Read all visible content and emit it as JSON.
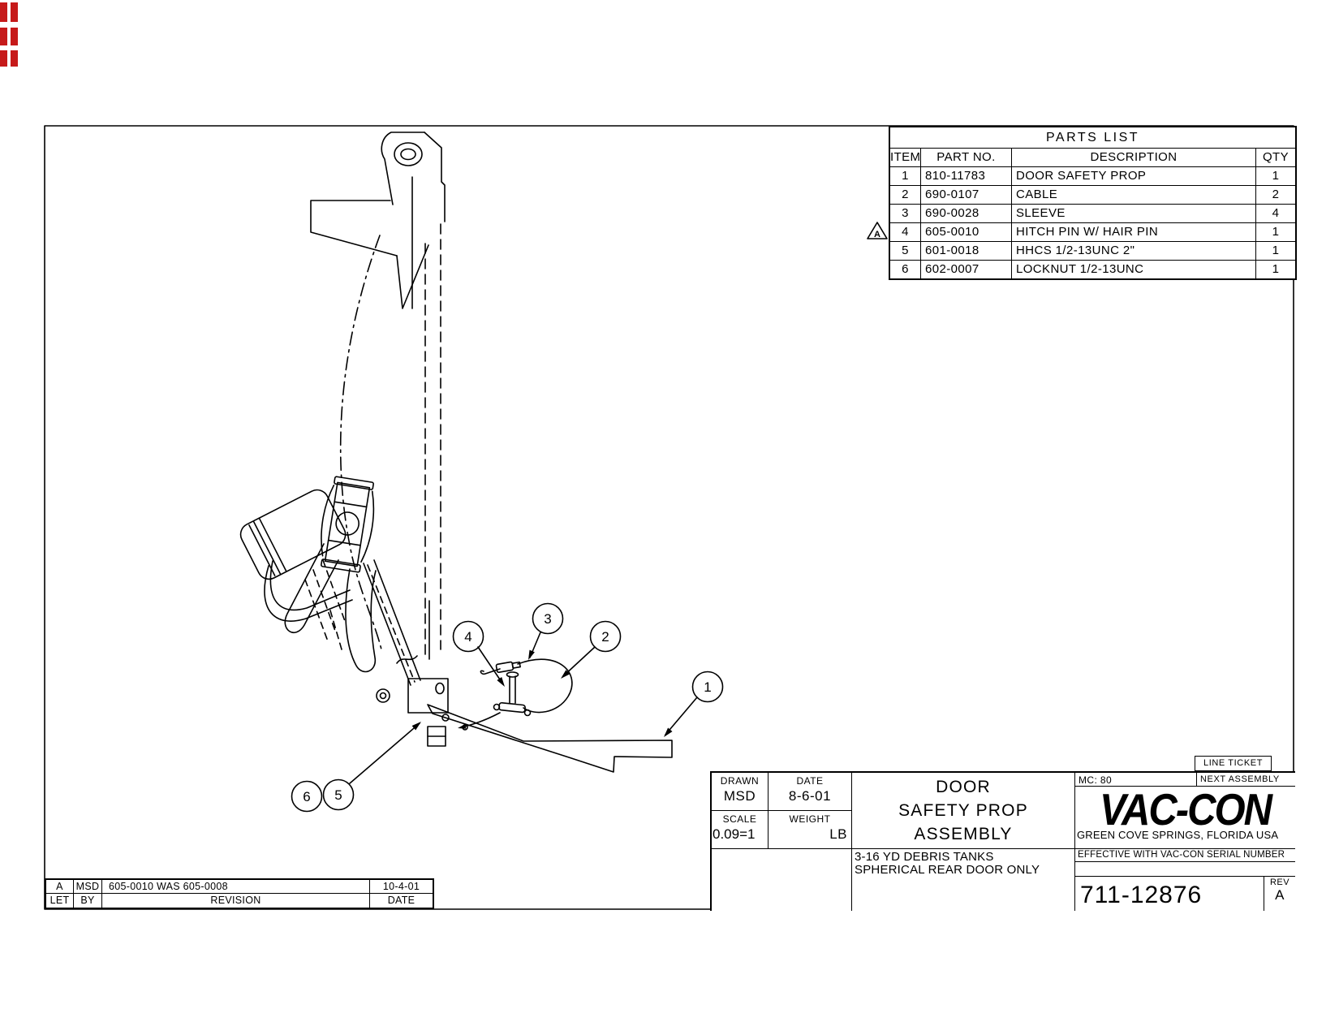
{
  "sheet": {
    "paper_color": "#ffffff",
    "line_color": "#000000",
    "red_mark_color": "#c61a1a"
  },
  "parts_list": {
    "title": "PARTS LIST",
    "headers": [
      "ITEM",
      "PART NO.",
      "DESCRIPTION",
      "QTY"
    ],
    "flag": "A",
    "rows": [
      {
        "item": "1",
        "part_no": "810-11783",
        "description": "DOOR SAFETY PROP",
        "qty": "1"
      },
      {
        "item": "2",
        "part_no": "690-0107",
        "description": "CABLE",
        "qty": "2"
      },
      {
        "item": "3",
        "part_no": "690-0028",
        "description": "SLEEVE",
        "qty": "4"
      },
      {
        "item": "4",
        "part_no": "605-0010",
        "description": "HITCH PIN W/ HAIR PIN",
        "qty": "1"
      },
      {
        "item": "5",
        "part_no": "601-0018",
        "description": "HHCS 1/2-13UNC 2\"",
        "qty": "1"
      },
      {
        "item": "6",
        "part_no": "602-0007",
        "description": "LOCKNUT 1/2-13UNC",
        "qty": "1"
      }
    ]
  },
  "balloons": {
    "b1": "1",
    "b2": "2",
    "b3": "3",
    "b4": "4",
    "b5": "5",
    "b6": "6"
  },
  "title_block": {
    "drawn_label": "DRAWN",
    "drawn_value": "MSD",
    "date_label": "DATE",
    "date_value": "8-6-01",
    "scale_label": "SCALE",
    "scale_value": "0.09=1",
    "weight_label": "WEIGHT",
    "weight_value": "LB",
    "title_line1": "DOOR",
    "title_line2": "SAFETY PROP",
    "title_line3": "ASSEMBLY",
    "subtitle_line1": "3-16 YD DEBRIS TANKS",
    "subtitle_line2": "SPHERICAL REAR DOOR ONLY",
    "mc": "MC: 80",
    "line_ticket": "LINE TICKET",
    "next_assembly": "NEXT ASSEMBLY",
    "logo": "VAC-CON",
    "address": "GREEN COVE SPRINGS, FLORIDA USA",
    "effective": "EFFECTIVE WITH VAC-CON SERIAL NUMBER",
    "drawing_number": "711-12876",
    "rev_label": "REV",
    "rev_value": "A"
  },
  "revision_block": {
    "entry": {
      "let": "A",
      "by": "MSD",
      "revision": "605-0010 WAS 605-0008",
      "date": "10-4-01"
    },
    "labels": {
      "let": "LET",
      "by": "BY",
      "revision": "REVISION",
      "date": "DATE"
    }
  }
}
